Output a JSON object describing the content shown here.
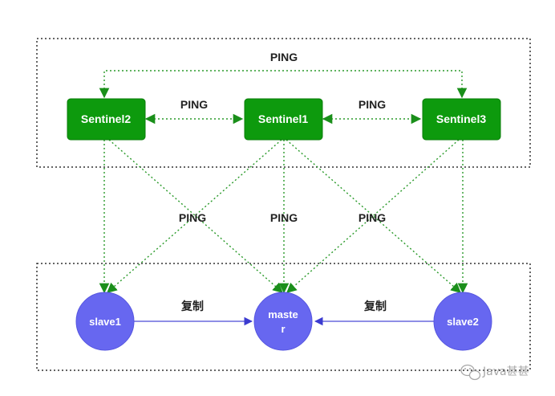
{
  "sentinels": {
    "s2": "Sentinel2",
    "s1": "Sentinel1",
    "s3": "Sentinel3"
  },
  "redis": {
    "slave1": "slave1",
    "master_line1": "maste",
    "master_line2": "r",
    "slave2": "slave2"
  },
  "labels": {
    "ping_top": "PING",
    "ping_s2_s1": "PING",
    "ping_s1_s3": "PING",
    "ping_mid_left": "PING",
    "ping_mid_center": "PING",
    "ping_mid_right": "PING",
    "replicate_left": "复制",
    "replicate_right": "复制"
  },
  "watermark": {
    "text": "Java甚甚",
    "icon": "wechat-icon"
  },
  "colors": {
    "sentinel_fill": "#0d9a0d",
    "redis_fill": "#6767f0",
    "ping_line": "#2a9a2a",
    "replication_line": "#4b4bd6"
  }
}
